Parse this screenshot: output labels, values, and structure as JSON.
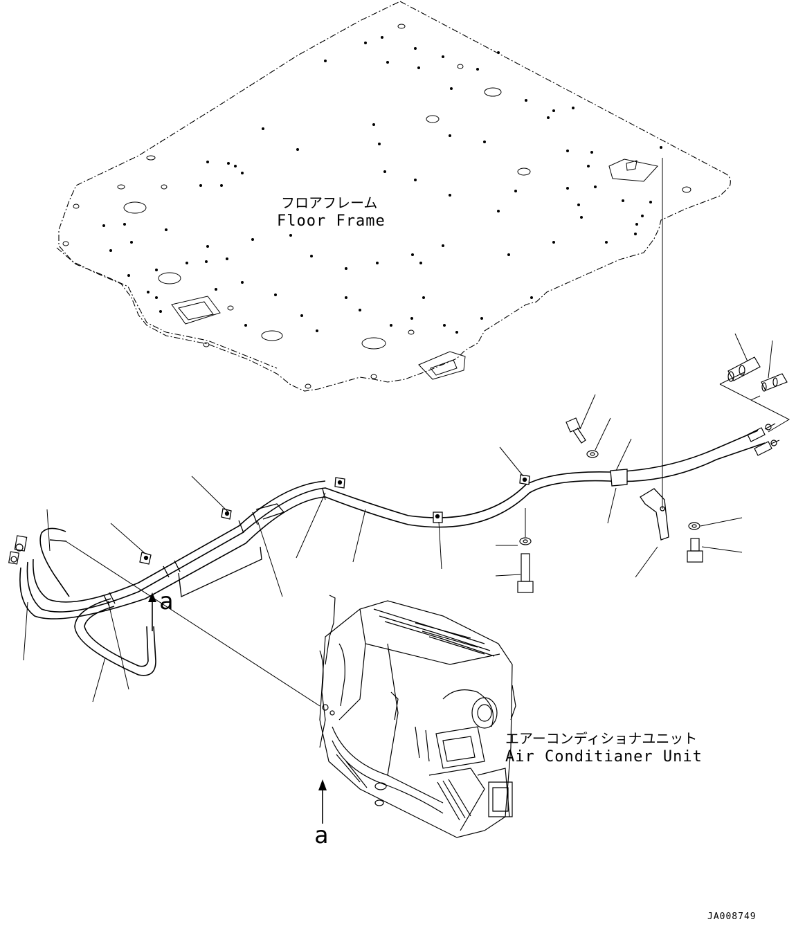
{
  "drawing": {
    "floor_frame": {
      "label_jp": "フロアフレーム",
      "label_en": "Floor Frame"
    },
    "air_conditioner_unit": {
      "label_jp": "エアーコンディショナユニット",
      "label_en": "Air Conditianer Unit"
    },
    "view_marker_1": "a",
    "view_marker_2": "a",
    "drawing_number": "JA008749"
  }
}
